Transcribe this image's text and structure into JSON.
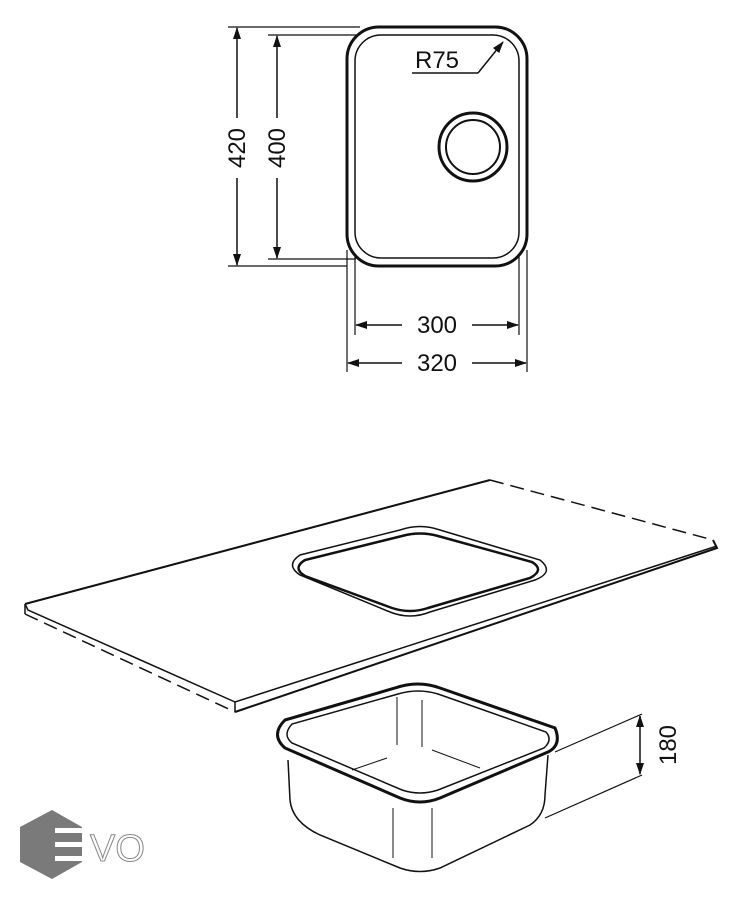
{
  "top_view": {
    "radius_label": "R75",
    "dim_outer_height": "420",
    "dim_inner_height": "400",
    "dim_inner_width": "300",
    "dim_outer_width": "320"
  },
  "iso_view": {
    "dim_depth": "180"
  },
  "logo": {
    "text": "EVO",
    "color": "#7a7a7a"
  },
  "colors": {
    "line": "#111111"
  }
}
